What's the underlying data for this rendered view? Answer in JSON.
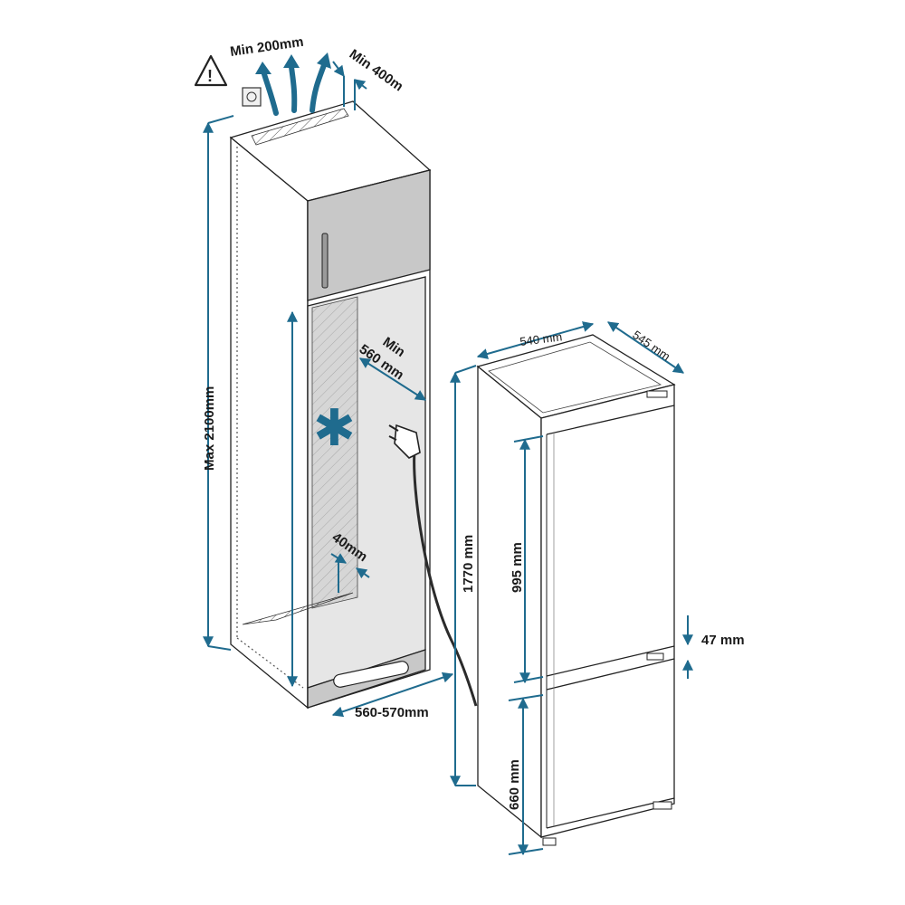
{
  "dimensions": {
    "clearance_top": "Min 200mm",
    "clearance_depth": "Min 400m",
    "niche_height": "Max 2100mm",
    "cable_length": "Min",
    "cable_length_value": "560 mm",
    "rear_gap": "40mm",
    "niche_width": "560-570mm",
    "unit_width": "540 mm",
    "unit_depth": "545 mm",
    "unit_height": "1770 mm",
    "fridge_door_height": "995 mm",
    "gap_between_doors": "47 mm",
    "freezer_door_height": "660 mm"
  },
  "colors": {
    "dimension_line": "#1f6b8e",
    "cabinet_door": "#c8c8c8",
    "niche_interior": "#e6e6e6",
    "outline": "#222222"
  },
  "icons": [
    "warning-icon",
    "power-socket-icon",
    "air-flow-arrows-icon",
    "snowflake-icon",
    "plug-icon"
  ]
}
